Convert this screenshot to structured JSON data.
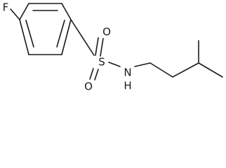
{
  "structure": {
    "atoms": {
      "fluorine": "F",
      "sulfur": "S",
      "oxygen_top": "O",
      "oxygen_bottom": "O",
      "amine": "N",
      "amine_hydrogen": "H"
    }
  }
}
